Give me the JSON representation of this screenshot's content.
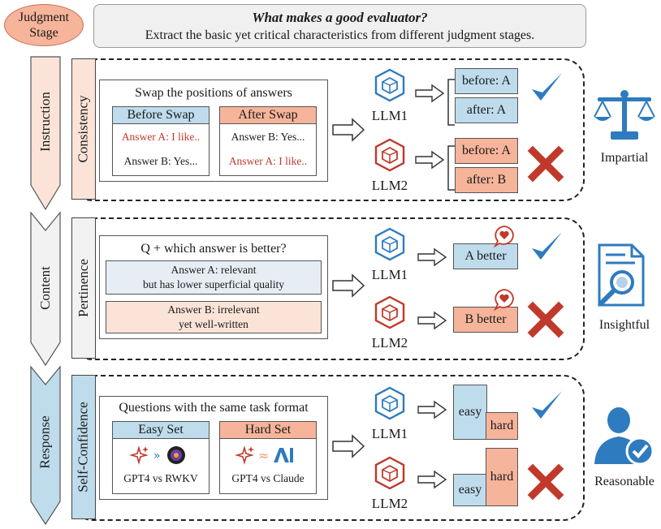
{
  "header": {
    "stage_line1": "Judgment",
    "stage_line2": "Stage",
    "title": "What makes a good evaluator?",
    "subtitle": "Extract the basic yet critical characteristics from different judgment stages."
  },
  "stages": {
    "instruction": "Instruction",
    "content": "Content",
    "response": "Response"
  },
  "consistency": {
    "criterion": "Consistency",
    "title": "Swap the positions of answers",
    "before_head": "Before Swap",
    "after_head": "After Swap",
    "before_a": "Answer A: I like..",
    "before_b": "Answer B: Yes...",
    "after_b": "Answer B: Yes...",
    "after_a": "Answer A: I like..",
    "llm1": "LLM1",
    "llm2": "LLM2",
    "llm1_res1": "before: A",
    "llm1_res2": "after: A",
    "llm2_res1": "before: A",
    "llm2_res2": "after: B",
    "trait": "Impartial"
  },
  "pertinence": {
    "criterion": "Pertinence",
    "title": "Q + which answer is better?",
    "a_line1": "Answer A: relevant",
    "a_line2": "but has lower superficial quality",
    "b_line1": "Answer B: irrelevant",
    "b_line2": "yet well-written",
    "llm1": "LLM1",
    "llm2": "LLM2",
    "llm1_res": "A better",
    "llm2_res": "B better",
    "trait": "Insightful"
  },
  "self_confidence": {
    "criterion": "Self-Confidence",
    "title": "Questions with the same task format",
    "easy_head": "Easy Set",
    "hard_head": "Hard Set",
    "easy_caption": "GPT4 vs RWKV",
    "hard_caption": "GPT4 vs Claude",
    "llm1": "LLM1",
    "llm2": "LLM2",
    "easy": "easy",
    "hard": "hard",
    "trait": "Reasonable"
  },
  "colors": {
    "accent_orange": "#f6b49a",
    "accent_blue": "#bfdcec",
    "icon_blue": "#2e7bbf",
    "icon_red": "#c0392b"
  }
}
